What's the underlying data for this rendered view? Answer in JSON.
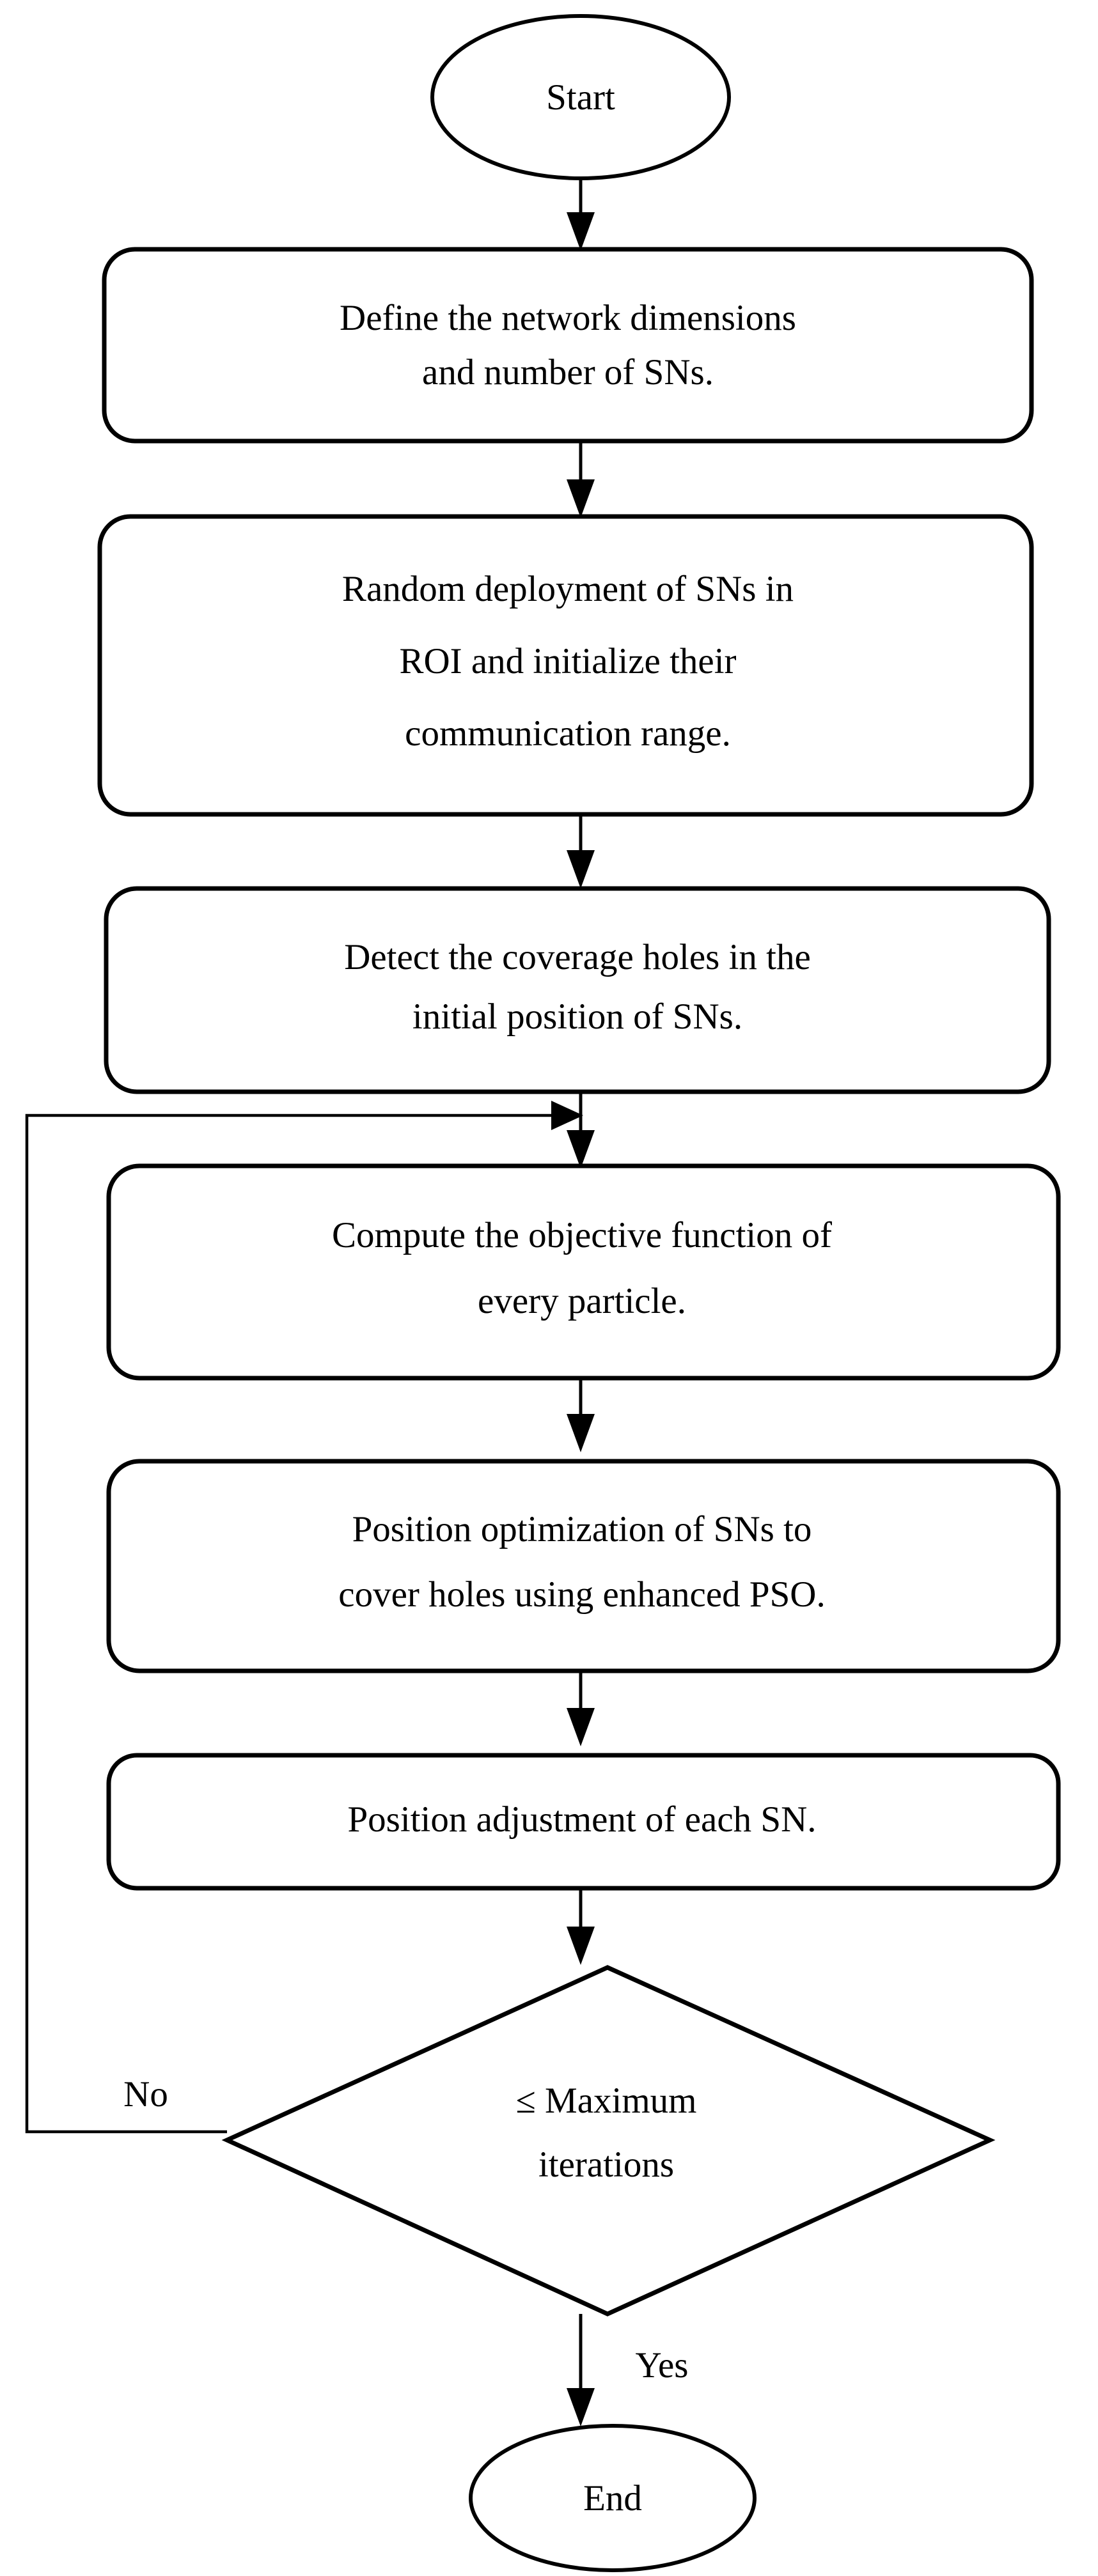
{
  "diagram": {
    "title": "Enhanced PSO coverage-hole optimization flowchart",
    "type": "flowchart",
    "orientation": "top-to-bottom",
    "colors": {
      "background": "#ffffff",
      "stroke": "#000000",
      "text": "#000000",
      "fill": "#ffffff"
    },
    "nodes": [
      {
        "id": "start",
        "shape": "ellipse",
        "label": "Start",
        "lines": [
          "Start"
        ]
      },
      {
        "id": "define-network",
        "shape": "rounded-rectangle",
        "label": "Define the network dimensions and number of SNs.",
        "lines": [
          "Define the network dimensions",
          "and number of SNs."
        ]
      },
      {
        "id": "random-deployment",
        "shape": "rounded-rectangle",
        "label": "Random deployment of SNs in ROI and initialize their communication range.",
        "lines": [
          "Random deployment of SNs in",
          "ROI and initialize their",
          "communication range."
        ]
      },
      {
        "id": "detect-holes",
        "shape": "rounded-rectangle",
        "label": "Detect the coverage holes in the initial position of SNs.",
        "lines": [
          "Detect the coverage holes in the",
          "initial position of SNs."
        ]
      },
      {
        "id": "compute-objective",
        "shape": "rounded-rectangle",
        "label": "Compute the objective function of every particle.",
        "lines": [
          "Compute the objective function of",
          "every particle."
        ]
      },
      {
        "id": "position-optimization",
        "shape": "rounded-rectangle",
        "label": "Position optimization of SNs to cover holes using enhanced PSO.",
        "lines": [
          "Position optimization of SNs to",
          "cover holes using enhanced PSO."
        ]
      },
      {
        "id": "position-adjustment",
        "shape": "rounded-rectangle",
        "label": "Position adjustment of each SN.",
        "lines": [
          "Position adjustment of each SN."
        ]
      },
      {
        "id": "max-iterations",
        "shape": "diamond",
        "label": "≤ Maximum iterations",
        "lines": [
          "≤ Maximum",
          "iterations"
        ]
      },
      {
        "id": "end",
        "shape": "ellipse",
        "label": "End",
        "lines": [
          "End"
        ]
      }
    ],
    "edges": [
      {
        "id": "e-start-define",
        "from": "start",
        "to": "define-network",
        "label": ""
      },
      {
        "id": "e-define-random",
        "from": "define-network",
        "to": "random-deployment",
        "label": ""
      },
      {
        "id": "e-random-detect",
        "from": "random-deployment",
        "to": "detect-holes",
        "label": ""
      },
      {
        "id": "e-detect-compute",
        "from": "detect-holes",
        "to": "compute-objective",
        "label": ""
      },
      {
        "id": "e-compute-optimize",
        "from": "compute-objective",
        "to": "position-optimization",
        "label": ""
      },
      {
        "id": "e-optimize-adjust",
        "from": "position-optimization",
        "to": "position-adjustment",
        "label": ""
      },
      {
        "id": "e-adjust-decision",
        "from": "position-adjustment",
        "to": "max-iterations",
        "label": ""
      },
      {
        "id": "e-decision-loop",
        "from": "max-iterations",
        "to": "compute-objective",
        "label": "No"
      },
      {
        "id": "e-decision-end",
        "from": "max-iterations",
        "to": "end",
        "label": "Yes"
      }
    ],
    "edge_labels": {
      "no": "No",
      "yes": "Yes"
    }
  }
}
